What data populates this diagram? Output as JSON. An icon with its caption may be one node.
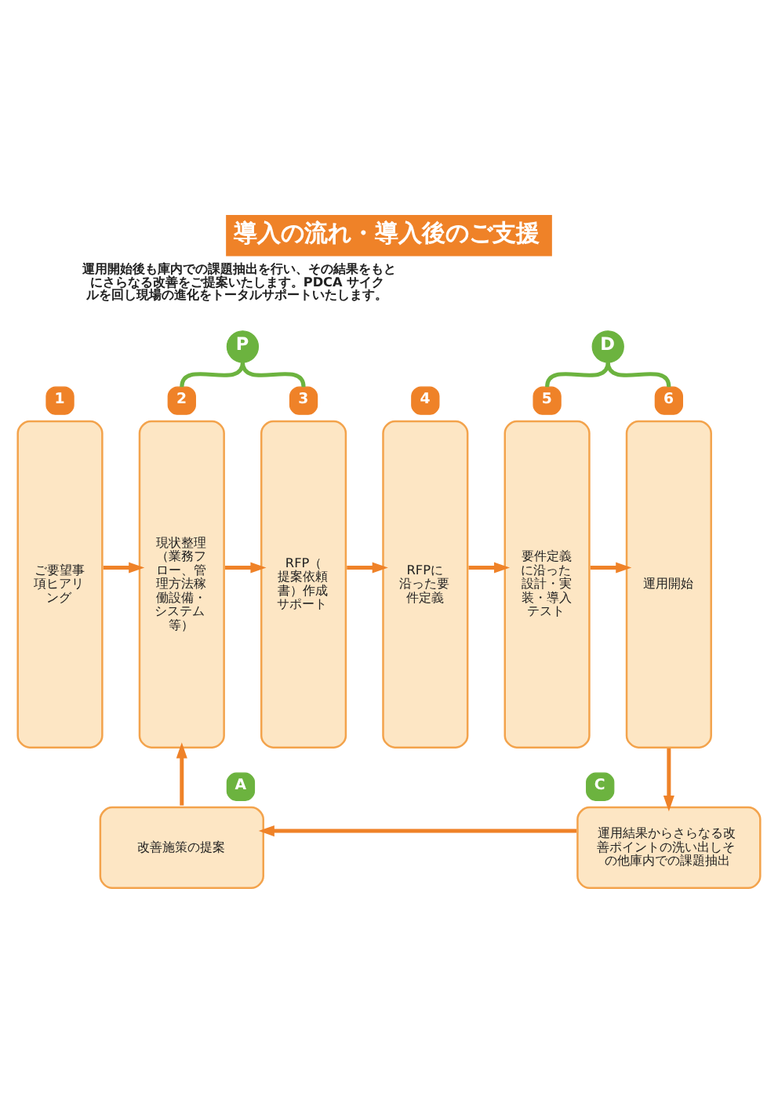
{
  "diagram": {
    "title": "導入の流れ・導入後のご支援",
    "nodes": [
      {
        "text": [
          "P"
        ]
      },
      {
        "text": [
          "D"
        ]
      },
      {
        "text": [
          "1",
          "ご要望事項ヒアリング"
        ]
      },
      {
        "text": [
          "2",
          "現状整理",
          "（業務フロー、管理方法稼働設備・システム等）"
        ]
      },
      {
        "text": [
          "3",
          "RFP（提案依頼書）作成サポート"
        ]
      },
      {
        "text": [
          "4",
          "RFPに沿った要件定義"
        ]
      },
      {
        "text": [
          "5",
          "要件定義に沿った設計・実装・導入テスト"
        ]
      },
      {
        "text": [
          "6",
          "運用開始"
        ]
      },
      {
        "text": [
          "A",
          "改善施策の提案"
        ]
      },
      {
        "text": [
          "C",
          "運用結果からさらなる改善ポイントの洗い出しその他庫内での課題抽出"
        ]
      }
    ],
    "edges": [
      {
        "from": 0,
        "to": 3,
        "arrow": "none",
        "color": "#6cb33f"
      },
      {
        "from": 0,
        "to": 4,
        "arrow": "none",
        "color": "#6cb33f"
      },
      {
        "from": 1,
        "to": 6,
        "arrow": "none",
        "color": "#6cb33f"
      },
      {
        "from": 1,
        "to": 7,
        "arrow": "none",
        "color": "#6cb33f"
      },
      {
        "from": 2,
        "to": 3,
        "arrow": "to"
      },
      {
        "from": 3,
        "to": 4,
        "arrow": "to"
      },
      {
        "from": 4,
        "to": 5,
        "arrow": "to"
      },
      {
        "from": 5,
        "to": 6,
        "arrow": "to"
      },
      {
        "from": 6,
        "to": 7,
        "arrow": "to"
      },
      {
        "from": 7,
        "to": 9,
        "arrow": "to"
      },
      {
        "from": 9,
        "to": 8,
        "arrow": "to"
      },
      {
        "from": 8,
        "to": 3,
        "arrow": "to"
      }
    ],
    "labels": [
      "運用開始後も庫内での課題抽出を行い、その結果をもとにさらなる改善をご提案いたします。PDCA サイクルを回し現場の進化をトータルサポートいたします。"
    ]
  }
}
